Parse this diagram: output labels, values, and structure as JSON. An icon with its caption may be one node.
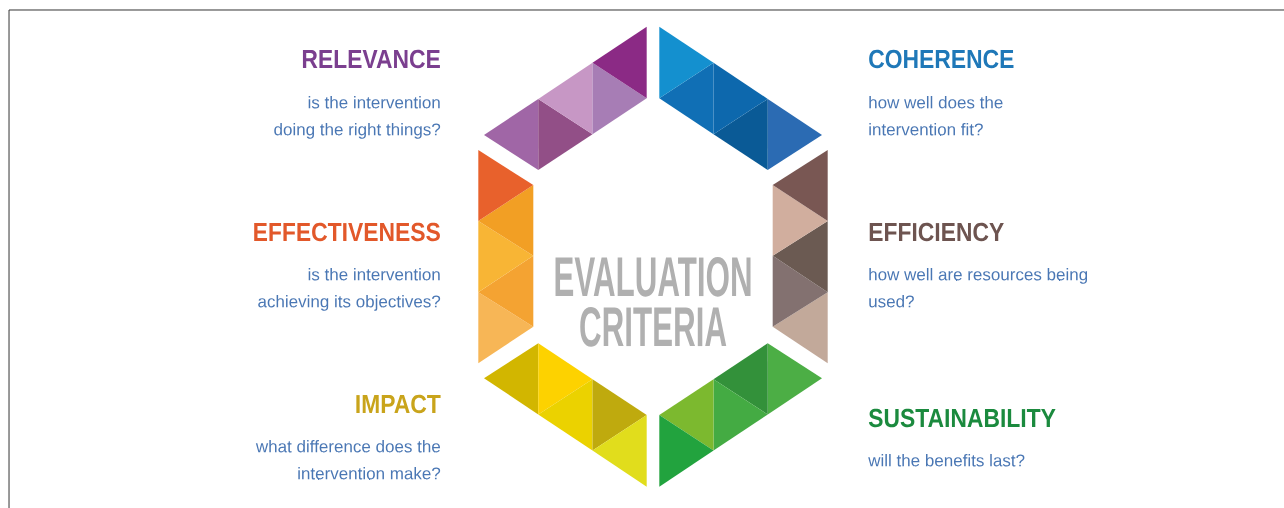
{
  "diagram": {
    "labels": [
      "RELEVANCE",
      "is the intervention doing the right things?",
      "COHERENCE",
      "how well does the intervention fit?",
      "EFFECTIVENESS",
      "is the intervention achieving its objectives?",
      "EVALUATION CRITERIA",
      "EFFICIENCY",
      "how well are resources being used?",
      "IMPACT",
      "what difference does the intervention make?",
      "SUSTAINABILITY",
      "will the benefits last?"
    ]
  }
}
